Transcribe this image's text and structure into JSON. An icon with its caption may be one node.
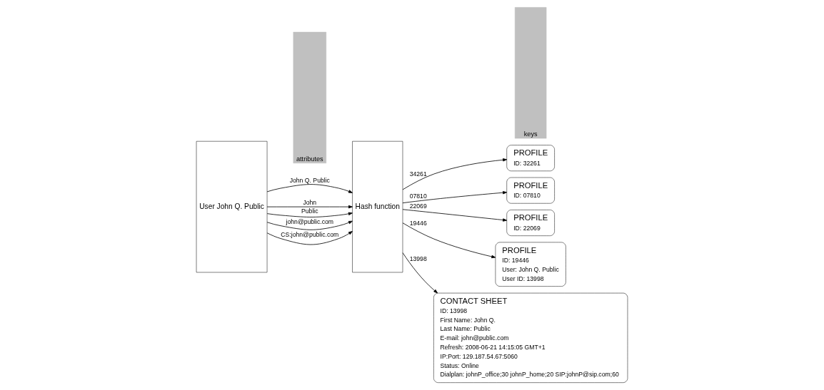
{
  "diagram": {
    "nodes": [
      {
        "text": [
          "User John Q. Public"
        ]
      },
      {
        "text": [
          "attributes"
        ]
      },
      {
        "text": [
          "Hash function"
        ]
      },
      {
        "text": [
          "keys"
        ]
      },
      {
        "text": [
          "PROFILE",
          "ID: 32261"
        ]
      },
      {
        "text": [
          "PROFILE",
          "ID: 07810"
        ]
      },
      {
        "text": [
          "PROFILE",
          "ID: 22069"
        ]
      },
      {
        "text": [
          "PROFILE",
          "ID: 19446",
          "User: John Q. Public",
          "User ID: 13998"
        ]
      },
      {
        "text": [
          "CONTACT SHEET",
          "ID: 13998",
          "First Name: John Q.",
          "Last Name: Public",
          "E-mail: john@public.com",
          "Refresh: 2008-06-21 14:15:05 GMT+1",
          "IP:Port: 129.187.54.67:5060",
          "Status: Online",
          "Dialplan: johnP_office;30 johnP_home;20 SIP:johnP@sip.com;60"
        ]
      }
    ],
    "edges": [
      {
        "from": 0,
        "to": 2,
        "arrow": "to",
        "label": "John Q. Public"
      },
      {
        "from": 0,
        "to": 2,
        "arrow": "to",
        "label": "John"
      },
      {
        "from": 0,
        "to": 2,
        "arrow": "to",
        "label": "Public"
      },
      {
        "from": 0,
        "to": 2,
        "arrow": "to",
        "label": "john@public.com"
      },
      {
        "from": 0,
        "to": 2,
        "arrow": "to",
        "label": "CS:john@public.com"
      },
      {
        "from": 2,
        "to": 4,
        "arrow": "to",
        "label": "34261"
      },
      {
        "from": 2,
        "to": 5,
        "arrow": "to",
        "label": "07810"
      },
      {
        "from": 2,
        "to": 6,
        "arrow": "to",
        "label": "22069"
      },
      {
        "from": 2,
        "to": 7,
        "arrow": "to",
        "label": "19446"
      },
      {
        "from": 2,
        "to": 8,
        "arrow": "to",
        "label": "13998"
      }
    ]
  }
}
